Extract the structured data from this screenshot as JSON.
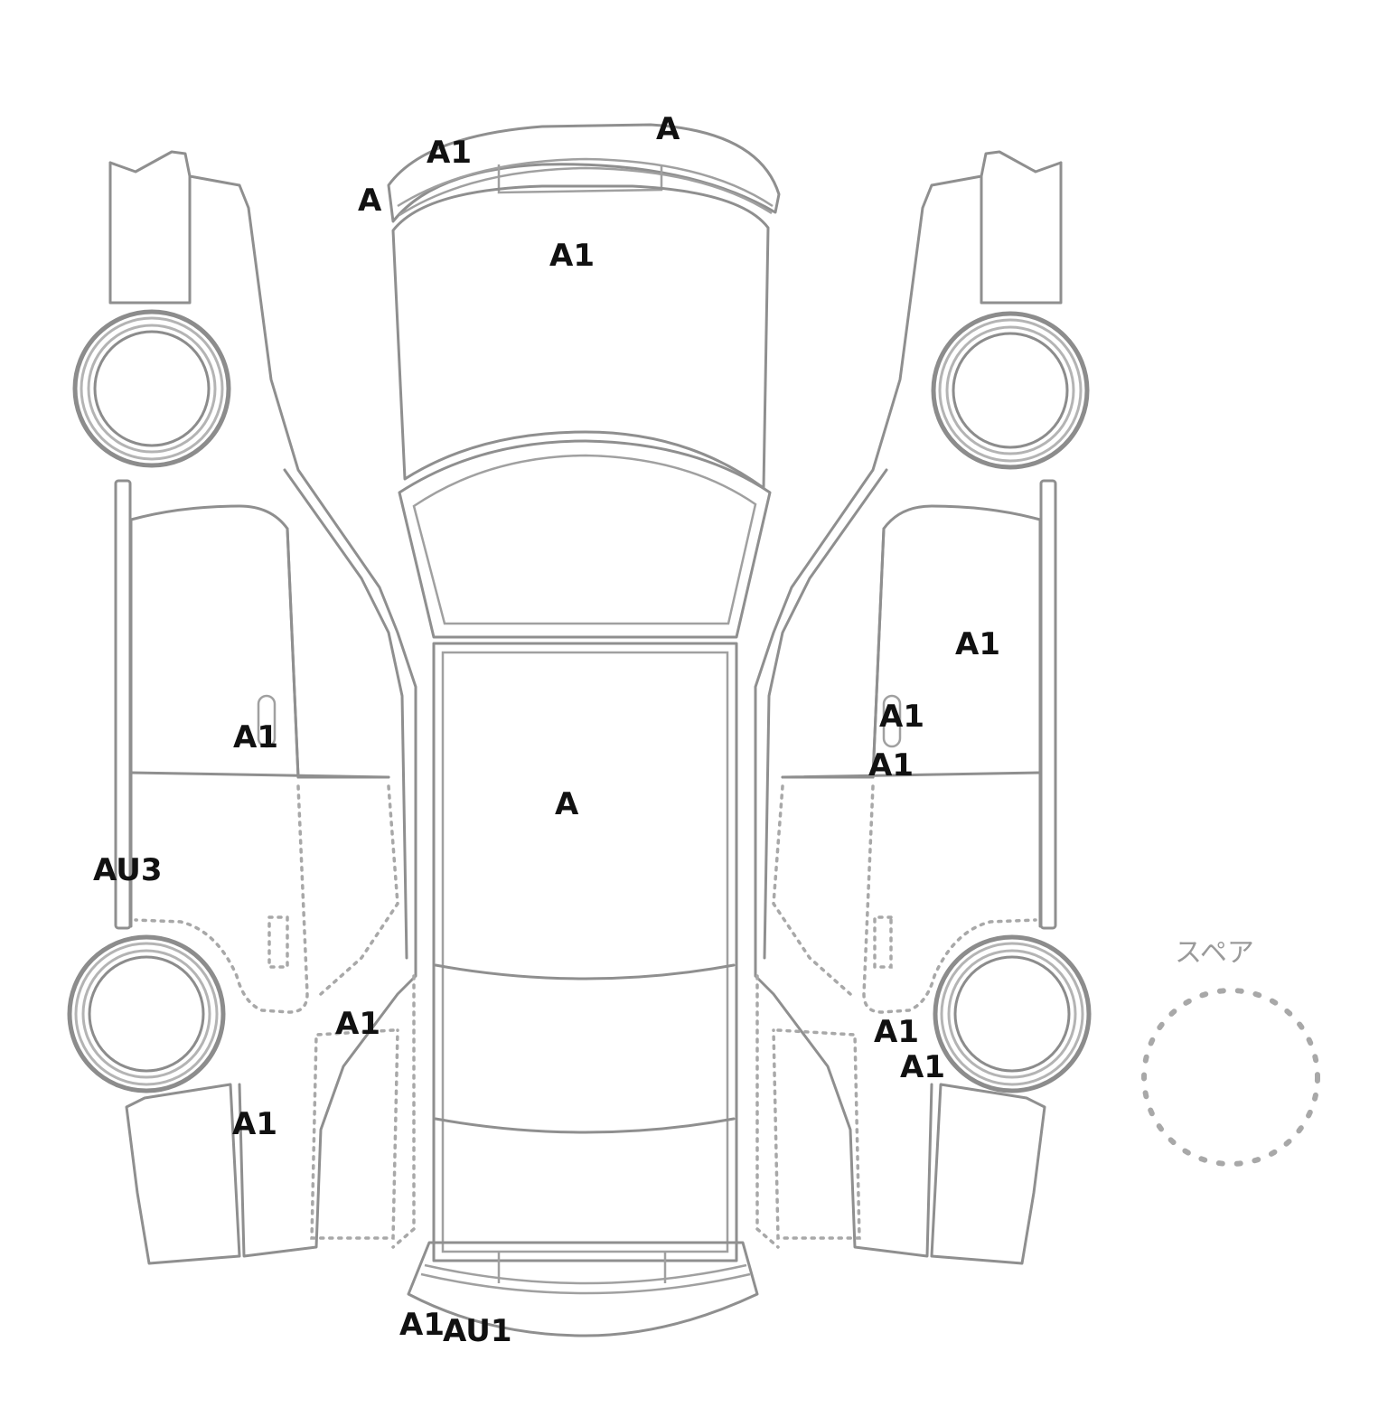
{
  "spare": {
    "label": "スペア"
  },
  "marks": [
    {
      "id": "front-bumper-a-right",
      "code": "A"
    },
    {
      "id": "front-bumper-a1-left",
      "code": "A1"
    },
    {
      "id": "front-bumper-a-left",
      "code": "A"
    },
    {
      "id": "hood",
      "code": "A1"
    },
    {
      "id": "roof",
      "code": "A"
    },
    {
      "id": "left-front-door",
      "code": "A1"
    },
    {
      "id": "left-side-sill",
      "code": "AU3"
    },
    {
      "id": "left-rear-door",
      "code": "A1"
    },
    {
      "id": "left-rear-quarter",
      "code": "A1"
    },
    {
      "id": "right-front-door",
      "code": "A1"
    },
    {
      "id": "right-door-handle-upper",
      "code": "A1"
    },
    {
      "id": "right-door-handle-lower",
      "code": "A1"
    },
    {
      "id": "right-rear-quarter-upper",
      "code": "A1"
    },
    {
      "id": "right-rear-quarter-lower",
      "code": "A1"
    },
    {
      "id": "rear-bumper-a1",
      "code": "A1"
    },
    {
      "id": "rear-bumper-au1",
      "code": "AU1"
    }
  ]
}
